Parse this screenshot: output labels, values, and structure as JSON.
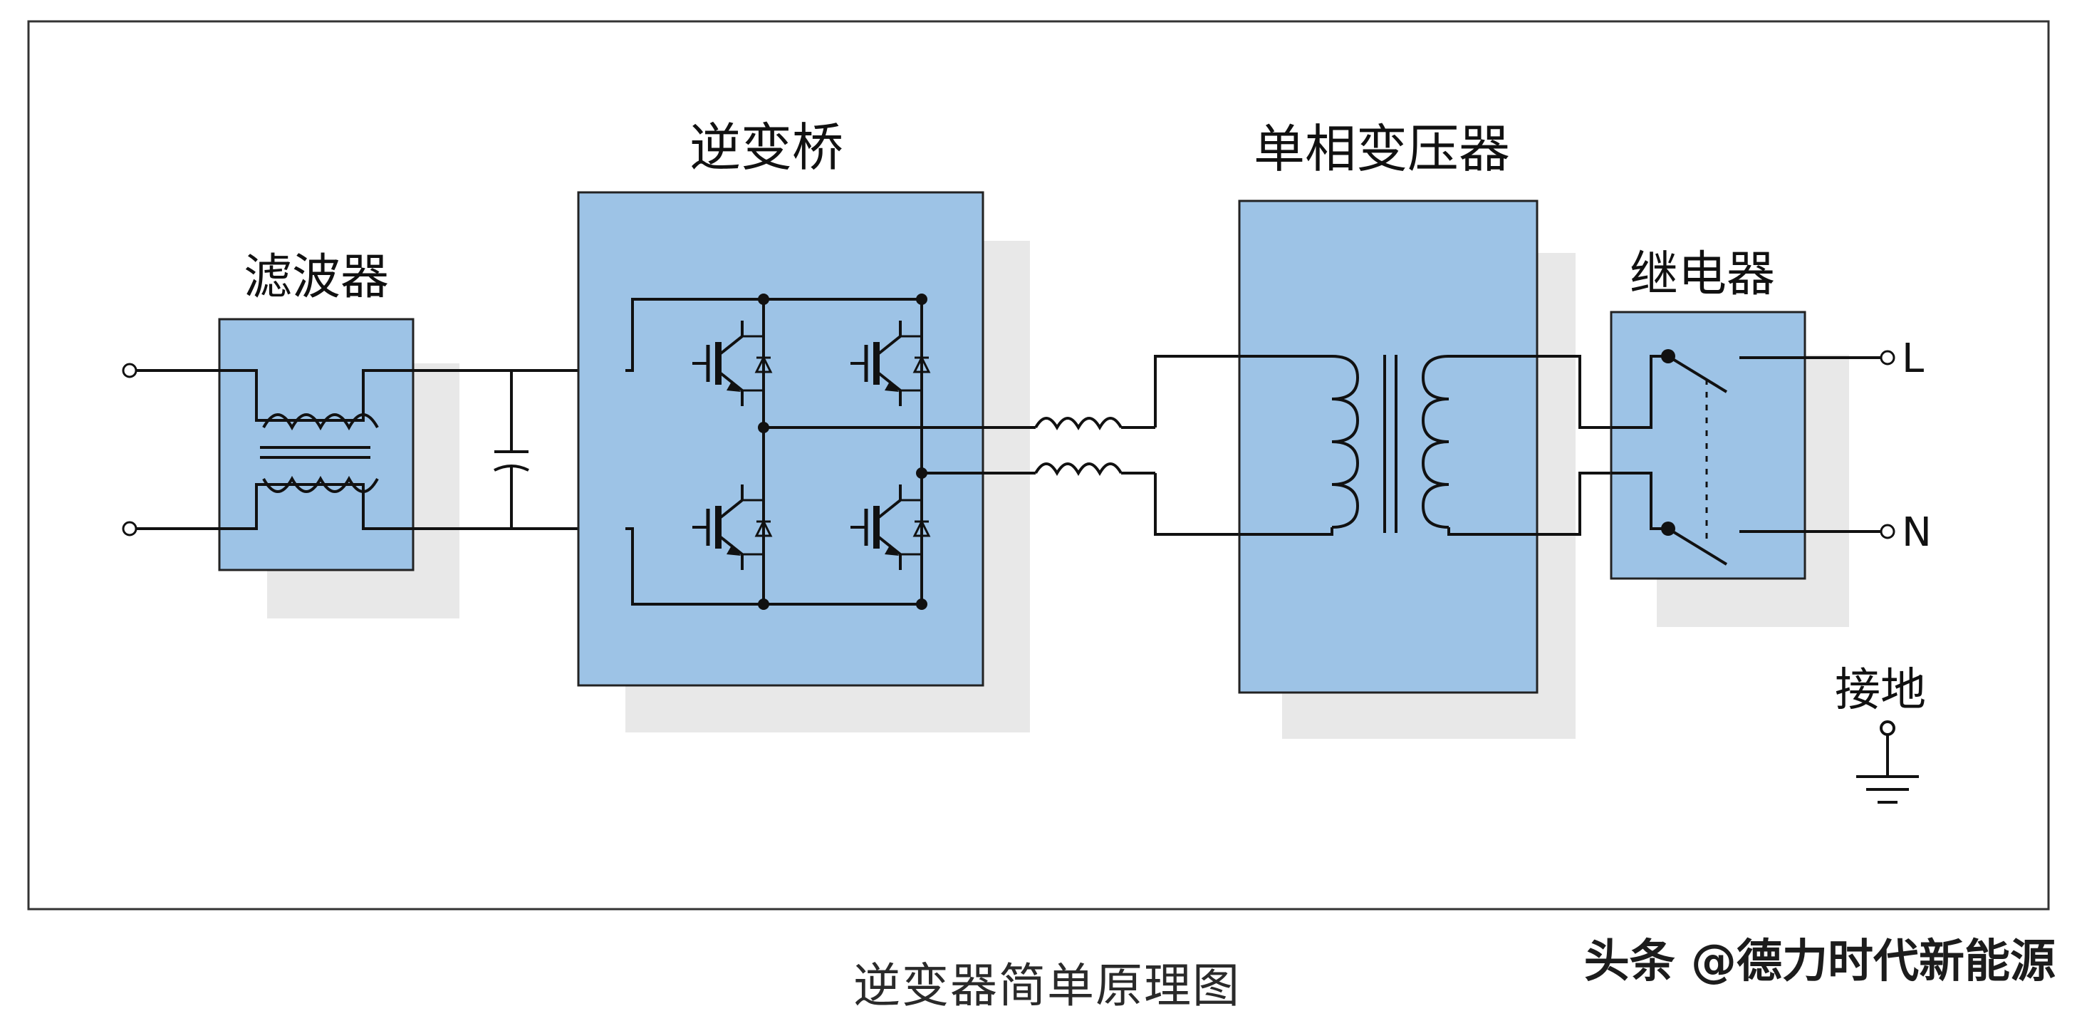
{
  "labels": {
    "filter": "滤波器",
    "inverter_bridge": "逆变桥",
    "transformer": "单相变压器",
    "relay": "继电器",
    "ground": "接地",
    "output_l": "L",
    "output_n": "N"
  },
  "caption": "逆变器简单原理图",
  "watermark": "头条 @德力时代新能源",
  "colors": {
    "block_fill": "#9dc3e6",
    "block_stroke": "#222222",
    "shadow": "#e8e8e8",
    "wire": "#111111",
    "frame": "#333333"
  }
}
